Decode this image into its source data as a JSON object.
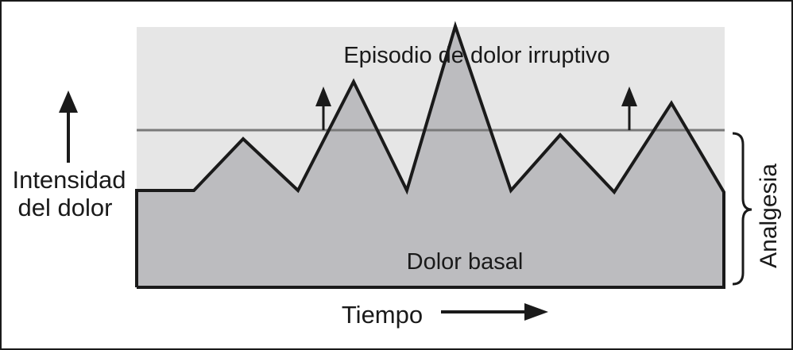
{
  "labels": {
    "peak_region": "Episodio de dolor irruptivo",
    "y_axis_line1": "Intensidad",
    "y_axis_line2": "del dolor",
    "baseline_region": "Dolor basal",
    "x_axis": "Tiempo",
    "bracket": "Analgesia"
  },
  "colors": {
    "upper_band": "#e6e6e6",
    "pain_area": "#bcbcbf",
    "outline": "#1a1a1a",
    "threshold_line": "#7a7a7a",
    "border": "#1a1a1a"
  }
}
